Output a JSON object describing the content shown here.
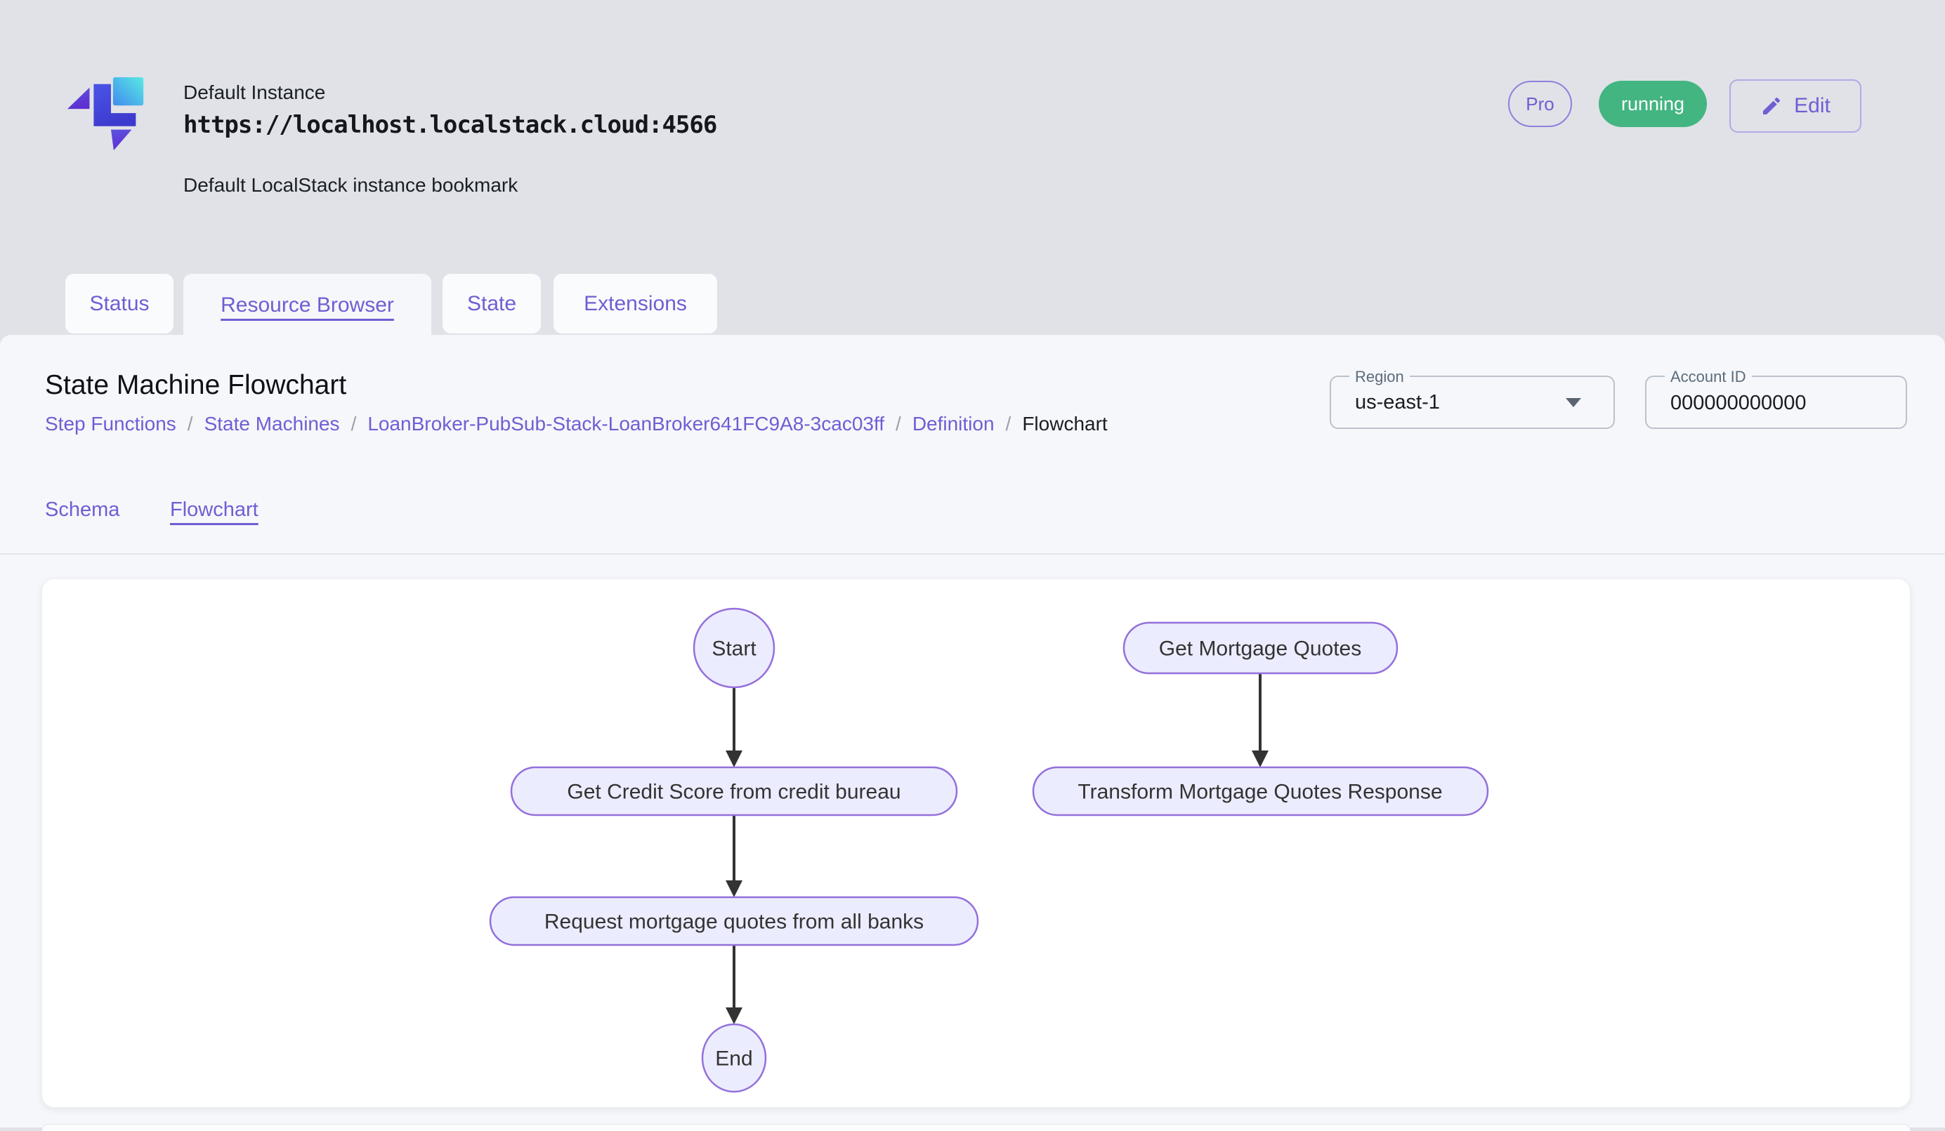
{
  "header": {
    "instance_name": "Default Instance",
    "instance_url": "https://localhost.localstack.cloud:4566",
    "instance_description": "Default LocalStack instance bookmark",
    "plan_badge": "Pro",
    "status_badge": "running",
    "edit_button": "Edit"
  },
  "tabs": [
    {
      "label": "Status",
      "active": false
    },
    {
      "label": "Resource Browser",
      "active": true
    },
    {
      "label": "State",
      "active": false
    },
    {
      "label": "Extensions",
      "active": false
    }
  ],
  "page": {
    "title": "State Machine Flowchart",
    "breadcrumb": {
      "separator": "/",
      "items": [
        {
          "label": "Step Functions",
          "link": true
        },
        {
          "label": "State Machines",
          "link": true
        },
        {
          "label": "LoanBroker-PubSub-Stack-LoanBroker641FC9A8-3cac03ff",
          "link": true
        },
        {
          "label": "Definition",
          "link": true
        },
        {
          "label": "Flowchart",
          "link": false
        }
      ]
    }
  },
  "filters": {
    "region": {
      "label": "Region",
      "value": "us-east-1"
    },
    "account_id": {
      "label": "Account ID",
      "value": "000000000000"
    }
  },
  "view_tabs": [
    {
      "label": "Schema",
      "active": false
    },
    {
      "label": "Flowchart",
      "active": true
    }
  ],
  "flowchart": {
    "nodes": [
      {
        "id": "start",
        "label": "Start",
        "shape": "ellipse"
      },
      {
        "id": "credit",
        "label": "Get Credit Score from credit bureau",
        "shape": "rounded"
      },
      {
        "id": "request",
        "label": "Request mortgage quotes from all banks",
        "shape": "rounded"
      },
      {
        "id": "end",
        "label": "End",
        "shape": "ellipse"
      },
      {
        "id": "quotes",
        "label": "Get Mortgage Quotes",
        "shape": "rounded"
      },
      {
        "id": "transform",
        "label": "Transform Mortgage Quotes Response",
        "shape": "rounded"
      }
    ],
    "edges": [
      {
        "from": "Start",
        "to": "Get Credit Score from credit bureau"
      },
      {
        "from": "Get Credit Score from credit bureau",
        "to": "Request mortgage quotes from all banks"
      },
      {
        "from": "Request mortgage quotes from all banks",
        "to": "End"
      },
      {
        "from": "Get Mortgage Quotes",
        "to": "Transform Mortgage Quotes Response"
      }
    ],
    "colors": {
      "node_fill": "#ECECFF",
      "node_border": "#9370DB",
      "edge": "#333333"
    }
  },
  "colors": {
    "accent_purple": "#6F5ED3",
    "badge_green": "#43B581",
    "page_background": "#E0E2E7",
    "panel_background": "#F5F7FA"
  }
}
